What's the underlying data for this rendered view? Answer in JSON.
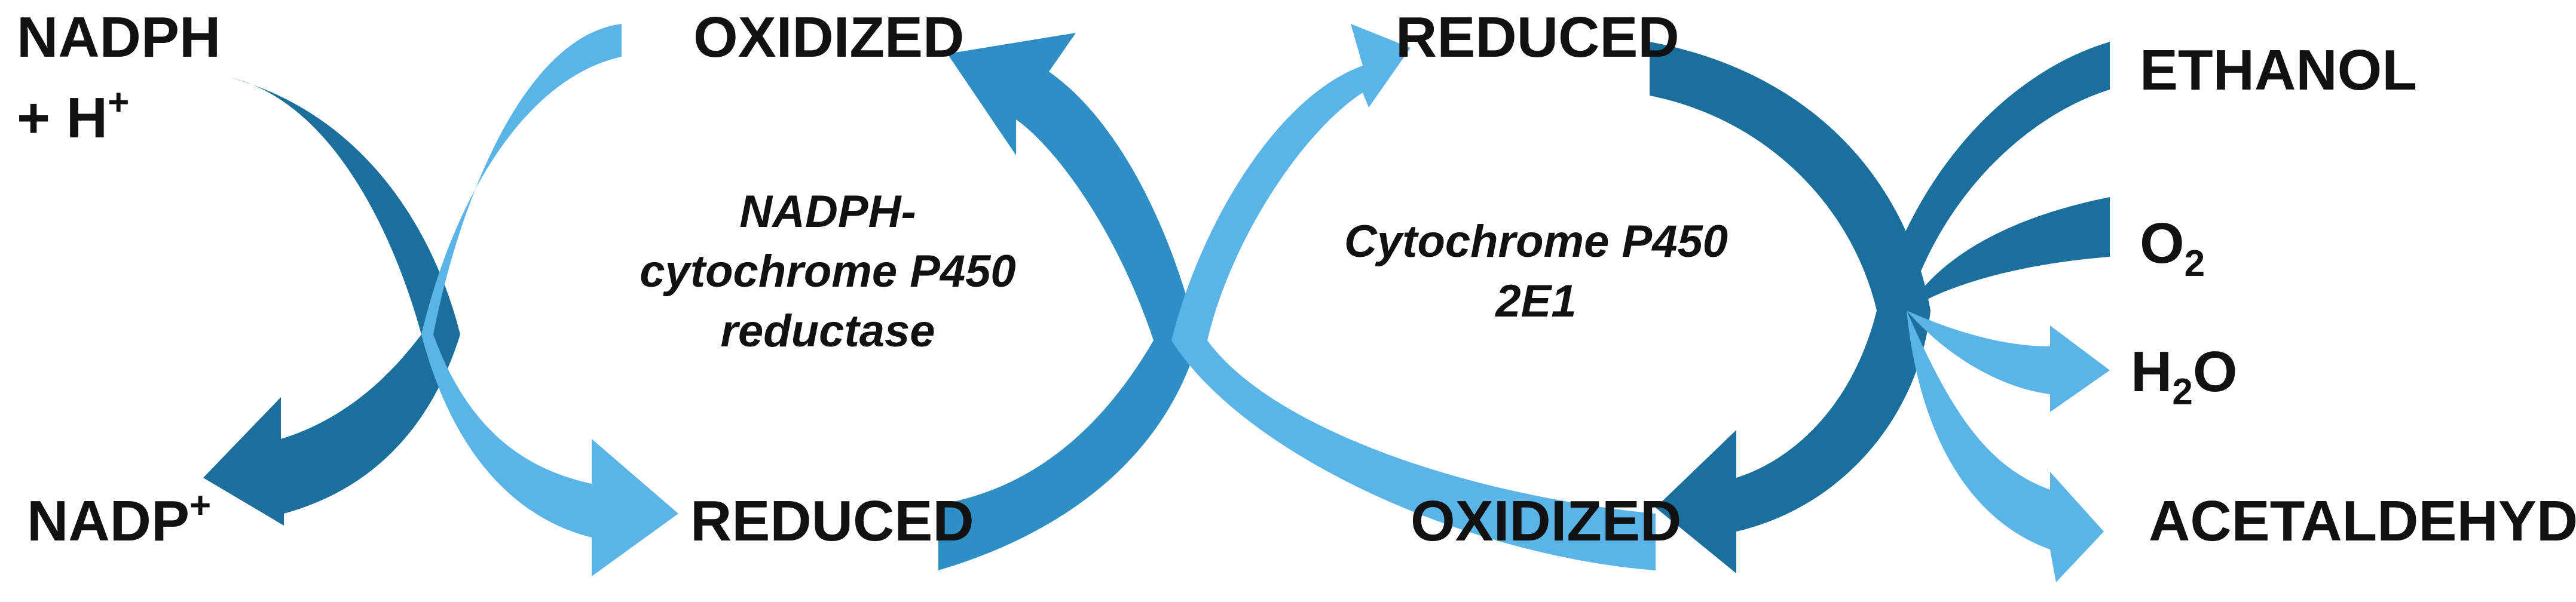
{
  "colors": {
    "dark": "#1b6f9c",
    "medium": "#2f8fc4",
    "light": "#5ab4e8",
    "text": "#111111"
  },
  "labels": {
    "nadph_line1": "NADPH",
    "nadph_line2": "+ H",
    "nadph_sup": "+",
    "nadp": "NADP",
    "nadp_sup": "+",
    "oxidized_top": "OXIDIZED",
    "reduced_bottom_left": "REDUCED",
    "reduced_top": "REDUCED",
    "oxidized_bottom": "OXIDIZED",
    "ethanol": "ETHANOL",
    "o2_main": "O",
    "o2_sub": "2",
    "h2o_h": "H",
    "h2o_sub": "2",
    "h2o_o": "O",
    "acetaldehyde": "ACETALDEHYDE"
  },
  "enzymes": {
    "reductase_line1": "NADPH-",
    "reductase_line2": "cytochrome P450",
    "reductase_line3": "reductase",
    "cyp_line1": "Cytochrome P450",
    "cyp_line2": "2E1"
  }
}
